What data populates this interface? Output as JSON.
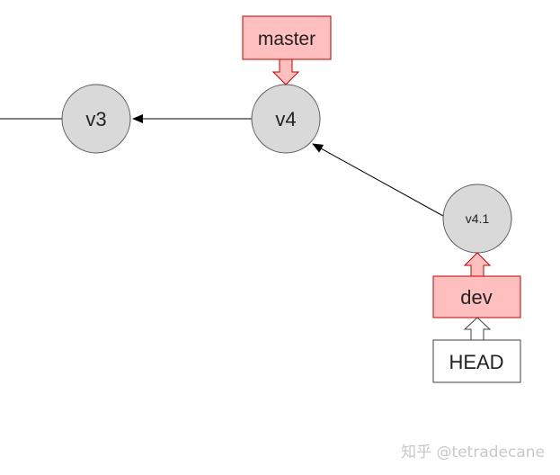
{
  "diagram": {
    "commits": {
      "v3": "v3",
      "v4": "v4",
      "v4_1": "v4.1"
    },
    "branches": {
      "master": "master",
      "dev": "dev",
      "head": "HEAD"
    },
    "colors": {
      "commit_fill": "#d9d9d9",
      "commit_stroke": "#595959",
      "branch_fill": "#ffbfbf",
      "branch_stroke": "#c00000",
      "head_fill": "#ffffff",
      "head_stroke": "#404040",
      "edge": "#000000"
    }
  },
  "watermark": "知乎 @tetradecane"
}
